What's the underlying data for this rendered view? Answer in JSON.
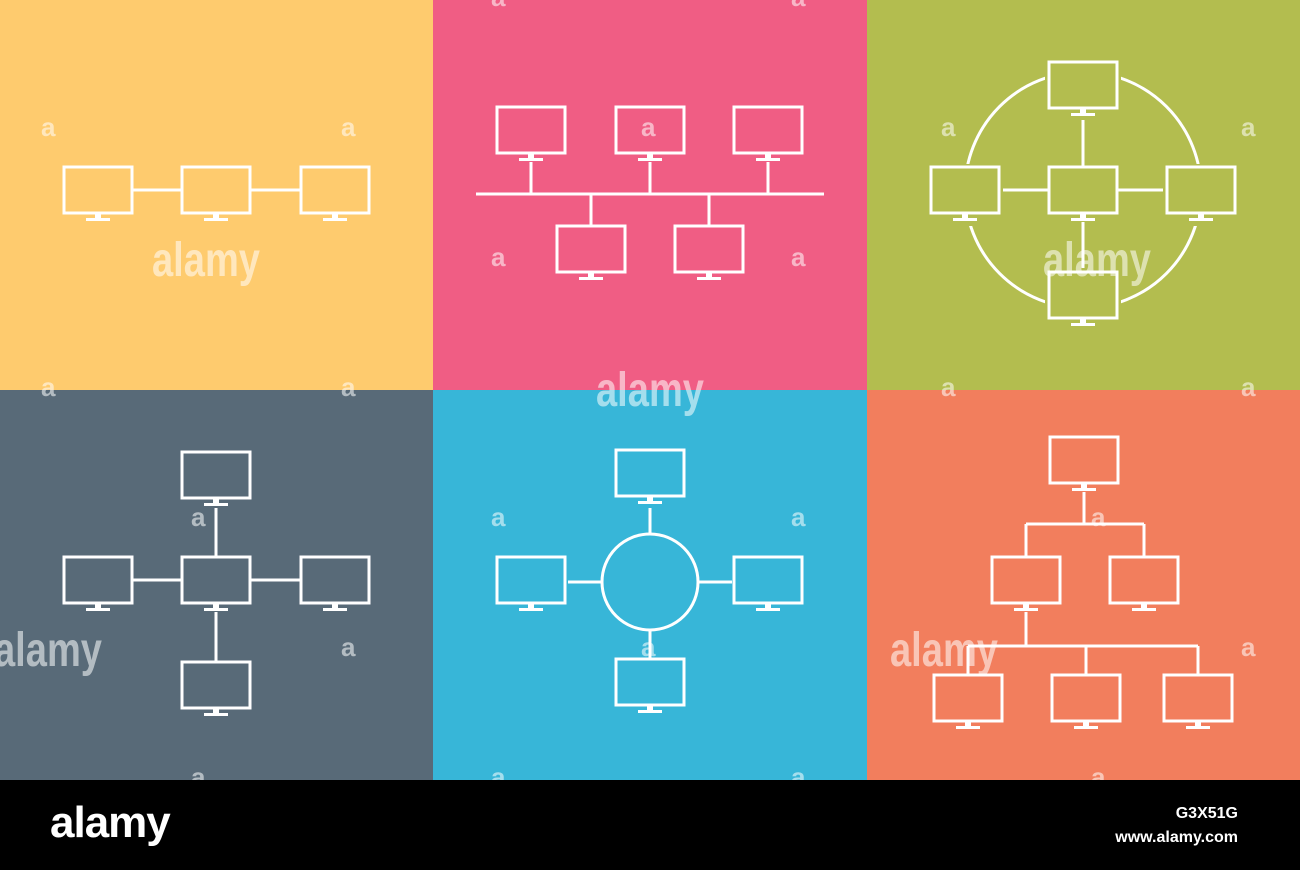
{
  "colors": {
    "line_topology": "#fecb6e",
    "bus_topology": "#f05d84",
    "mesh_ring_topology": "#b3bd4f",
    "star_topology": "#586a78",
    "ring_hub_topology": "#37b6d8",
    "tree_topology": "#f27e5d",
    "lines": "#ffffff"
  },
  "icons": {
    "node": "computer-monitor-icon"
  },
  "watermarks": {
    "big": "alamy",
    "small": "a"
  },
  "footer": {
    "logo": "alamy",
    "image_id": "G3X51G",
    "url": "www.alamy.com"
  }
}
